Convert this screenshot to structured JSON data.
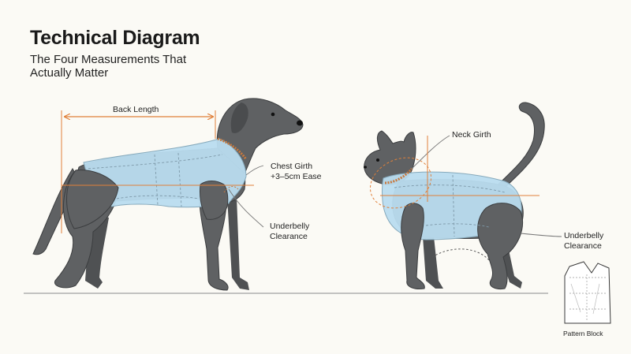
{
  "header": {
    "title": "Technical Diagram",
    "subtitle": "The Four Measurements That Actually Matter"
  },
  "dog": {
    "back_length": "Back Length",
    "chest_girth": "Chest Girth",
    "chest_ease": "+3–5cm Ease",
    "underbelly": "Underbelly",
    "clearance": "Clearance"
  },
  "cat": {
    "neck_girth": "Neck Girth",
    "underbelly": "Underbelly",
    "clearance": "Clearance"
  },
  "pattern": {
    "label": "Pattern Block"
  },
  "colors": {
    "animal": "#5f6163",
    "garment": "#b9dcef",
    "measure": "#e0803a",
    "neck": "#c8793e"
  }
}
